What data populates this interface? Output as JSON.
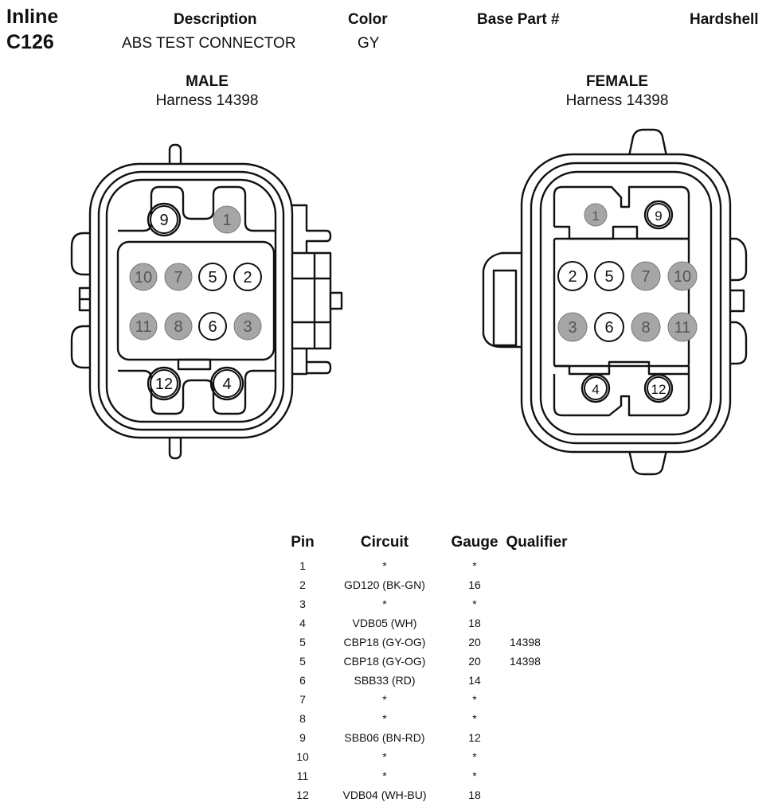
{
  "header": {
    "inline_label": "Inline",
    "connector_id": "C126",
    "description_label": "Description",
    "description_value": "ABS TEST CONNECTOR",
    "color_label": "Color",
    "color_value": "GY",
    "base_part_label": "Base Part #",
    "hardshell_label": "Hardshell"
  },
  "views": {
    "male": {
      "title": "MALE",
      "harness": "Harness 14398"
    },
    "female": {
      "title": "FEMALE",
      "harness": "Harness 14398"
    }
  },
  "colors": {
    "filled_pin": "#a6a6a6",
    "empty_pin": "#ffffff",
    "outline": "#111111"
  },
  "male_pins": [
    {
      "n": "9",
      "filled": false
    },
    {
      "n": "1",
      "filled": true
    },
    {
      "n": "10",
      "filled": true
    },
    {
      "n": "7",
      "filled": true
    },
    {
      "n": "5",
      "filled": false
    },
    {
      "n": "2",
      "filled": false
    },
    {
      "n": "11",
      "filled": true
    },
    {
      "n": "8",
      "filled": true
    },
    {
      "n": "6",
      "filled": false
    },
    {
      "n": "3",
      "filled": true
    },
    {
      "n": "12",
      "filled": false
    },
    {
      "n": "4",
      "filled": false
    }
  ],
  "female_pins": [
    {
      "n": "1",
      "filled": true
    },
    {
      "n": "9",
      "filled": false
    },
    {
      "n": "2",
      "filled": false
    },
    {
      "n": "5",
      "filled": false
    },
    {
      "n": "7",
      "filled": true
    },
    {
      "n": "10",
      "filled": true
    },
    {
      "n": "3",
      "filled": true
    },
    {
      "n": "6",
      "filled": false
    },
    {
      "n": "8",
      "filled": true
    },
    {
      "n": "11",
      "filled": true
    },
    {
      "n": "4",
      "filled": false
    },
    {
      "n": "12",
      "filled": false
    }
  ],
  "pin_table": {
    "headers": [
      "Pin",
      "Circuit",
      "Gauge",
      "Qualifier"
    ],
    "rows": [
      [
        "1",
        "*",
        "*",
        ""
      ],
      [
        "2",
        "GD120 (BK-GN)",
        "16",
        ""
      ],
      [
        "3",
        "*",
        "*",
        ""
      ],
      [
        "4",
        "VDB05 (WH)",
        "18",
        ""
      ],
      [
        "5",
        "CBP18 (GY-OG)",
        "20",
        "14398"
      ],
      [
        "5",
        "CBP18 (GY-OG)",
        "20",
        "14398"
      ],
      [
        "6",
        "SBB33 (RD)",
        "14",
        ""
      ],
      [
        "7",
        "*",
        "*",
        ""
      ],
      [
        "8",
        "*",
        "*",
        ""
      ],
      [
        "9",
        "SBB06 (BN-RD)",
        "12",
        ""
      ],
      [
        "10",
        "*",
        "*",
        ""
      ],
      [
        "11",
        "*",
        "*",
        ""
      ],
      [
        "12",
        "VDB04 (WH-BU)",
        "18",
        ""
      ]
    ]
  }
}
